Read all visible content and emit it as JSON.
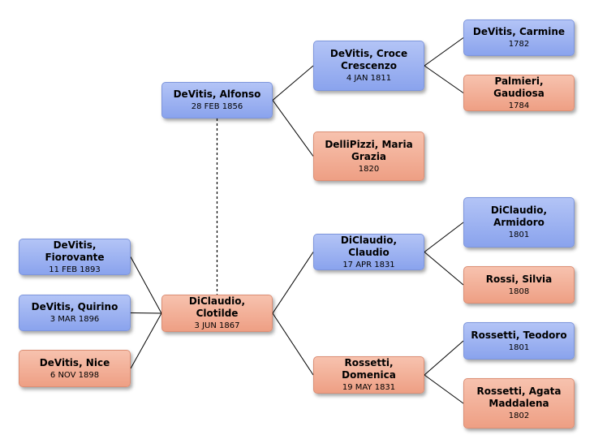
{
  "colors": {
    "male": "#8aa3ed",
    "female": "#ee9f84",
    "line": "#000000"
  },
  "people": {
    "fiorovante": {
      "name": "DeVitis, Fiorovante",
      "date": "11 FEB 1893",
      "sex": "male"
    },
    "quirino": {
      "name": "DeVitis, Quirino",
      "date": "3 MAR 1896",
      "sex": "male"
    },
    "nice": {
      "name": "DeVitis, Nice",
      "date": "6 NOV 1898",
      "sex": "female"
    },
    "alfonso": {
      "name": "DeVitis, Alfonso",
      "date": "28 FEB 1856",
      "sex": "male"
    },
    "clotilde": {
      "name": "DiClaudio, Clotilde",
      "date": "3 JUN 1867",
      "sex": "female"
    },
    "croce": {
      "name": "DeVitis, Croce Crescenzo",
      "date": "4 JAN 1811",
      "sex": "male"
    },
    "maria": {
      "name": "DelliPizzi, Maria Grazia",
      "date": "1820",
      "sex": "female"
    },
    "claudio": {
      "name": "DiClaudio, Claudio",
      "date": "17 APR 1831",
      "sex": "male"
    },
    "domenica": {
      "name": "Rossetti, Domenica",
      "date": "19 MAY 1831",
      "sex": "female"
    },
    "carmine": {
      "name": "DeVitis, Carmine",
      "date": "1782",
      "sex": "male"
    },
    "gaudiosa": {
      "name": "Palmieri, Gaudiosa",
      "date": "1784",
      "sex": "female"
    },
    "armidoro": {
      "name": "DiClaudio, Armidoro",
      "date": "1801",
      "sex": "male"
    },
    "silvia": {
      "name": "Rossi, Silvia",
      "date": "1808",
      "sex": "female"
    },
    "teodoro": {
      "name": "Rossetti, Teodoro",
      "date": "1801",
      "sex": "male"
    },
    "agata": {
      "name": "Rossetti, Agata Maddalena",
      "date": "1802",
      "sex": "female"
    }
  },
  "relations": {
    "parent_links": [
      [
        "fiorovante",
        "clotilde"
      ],
      [
        "quirino",
        "clotilde"
      ],
      [
        "nice",
        "clotilde"
      ],
      [
        "alfonso",
        "croce"
      ],
      [
        "alfonso",
        "maria"
      ],
      [
        "clotilde",
        "claudio"
      ],
      [
        "clotilde",
        "domenica"
      ],
      [
        "croce",
        "carmine"
      ],
      [
        "croce",
        "gaudiosa"
      ],
      [
        "claudio",
        "armidoro"
      ],
      [
        "claudio",
        "silvia"
      ],
      [
        "domenica",
        "teodoro"
      ],
      [
        "domenica",
        "agata"
      ]
    ],
    "spouse_links": [
      [
        "alfonso",
        "clotilde"
      ]
    ]
  }
}
